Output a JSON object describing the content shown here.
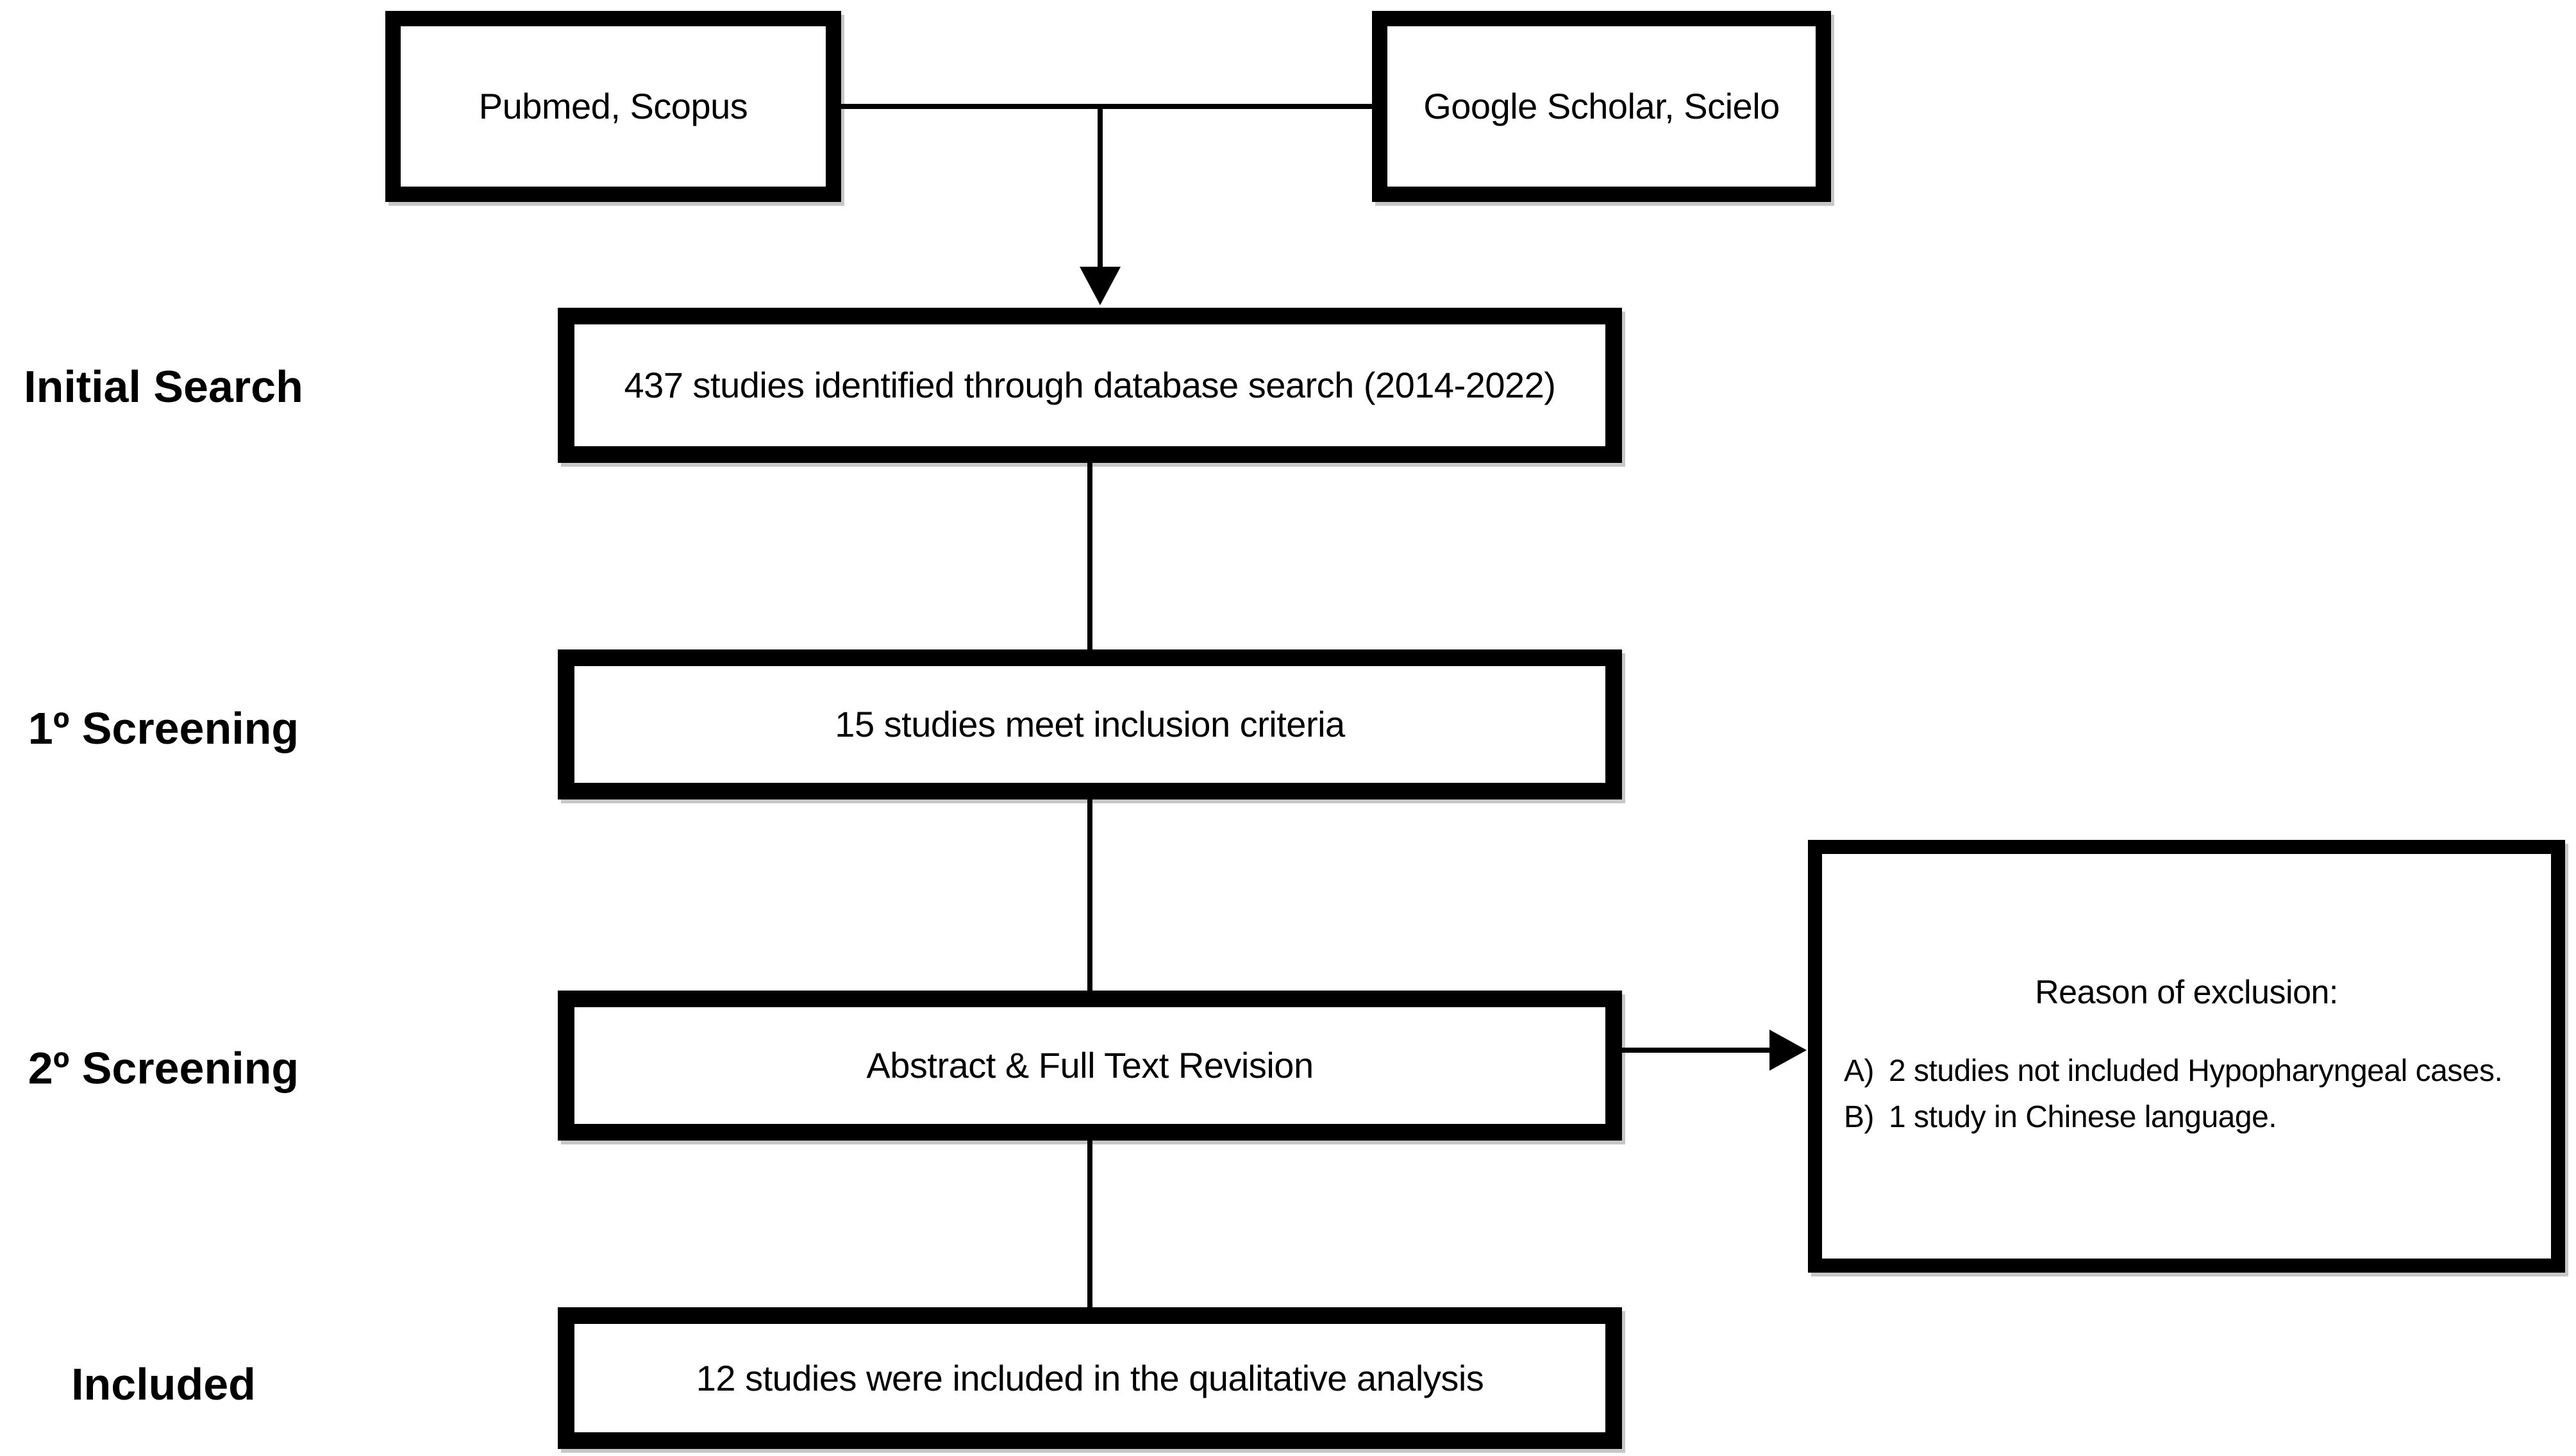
{
  "diagram": {
    "sources": {
      "left": "Pubmed, Scopus",
      "right": "Google Scholar, Scielo"
    },
    "stage_labels": {
      "initial": "Initial Search",
      "screening1": "1º Screening",
      "screening2": "2º Screening",
      "included": "Included"
    },
    "boxes": {
      "initial": "437 studies identified through database search (2014-2022)",
      "screening1": "15 studies meet inclusion criteria",
      "screening2": "Abstract & Full Text Revision",
      "included": "12 studies were included in the qualitative analysis"
    },
    "exclusion": {
      "title": "Reason of exclusion:",
      "items": [
        {
          "prefix": "A)",
          "text": "2 studies not included Hypopharyngeal cases."
        },
        {
          "prefix": "B)",
          "text": "1 study in Chinese language."
        }
      ]
    },
    "colors": {
      "ink": "#000000",
      "background": "#ffffff"
    }
  }
}
